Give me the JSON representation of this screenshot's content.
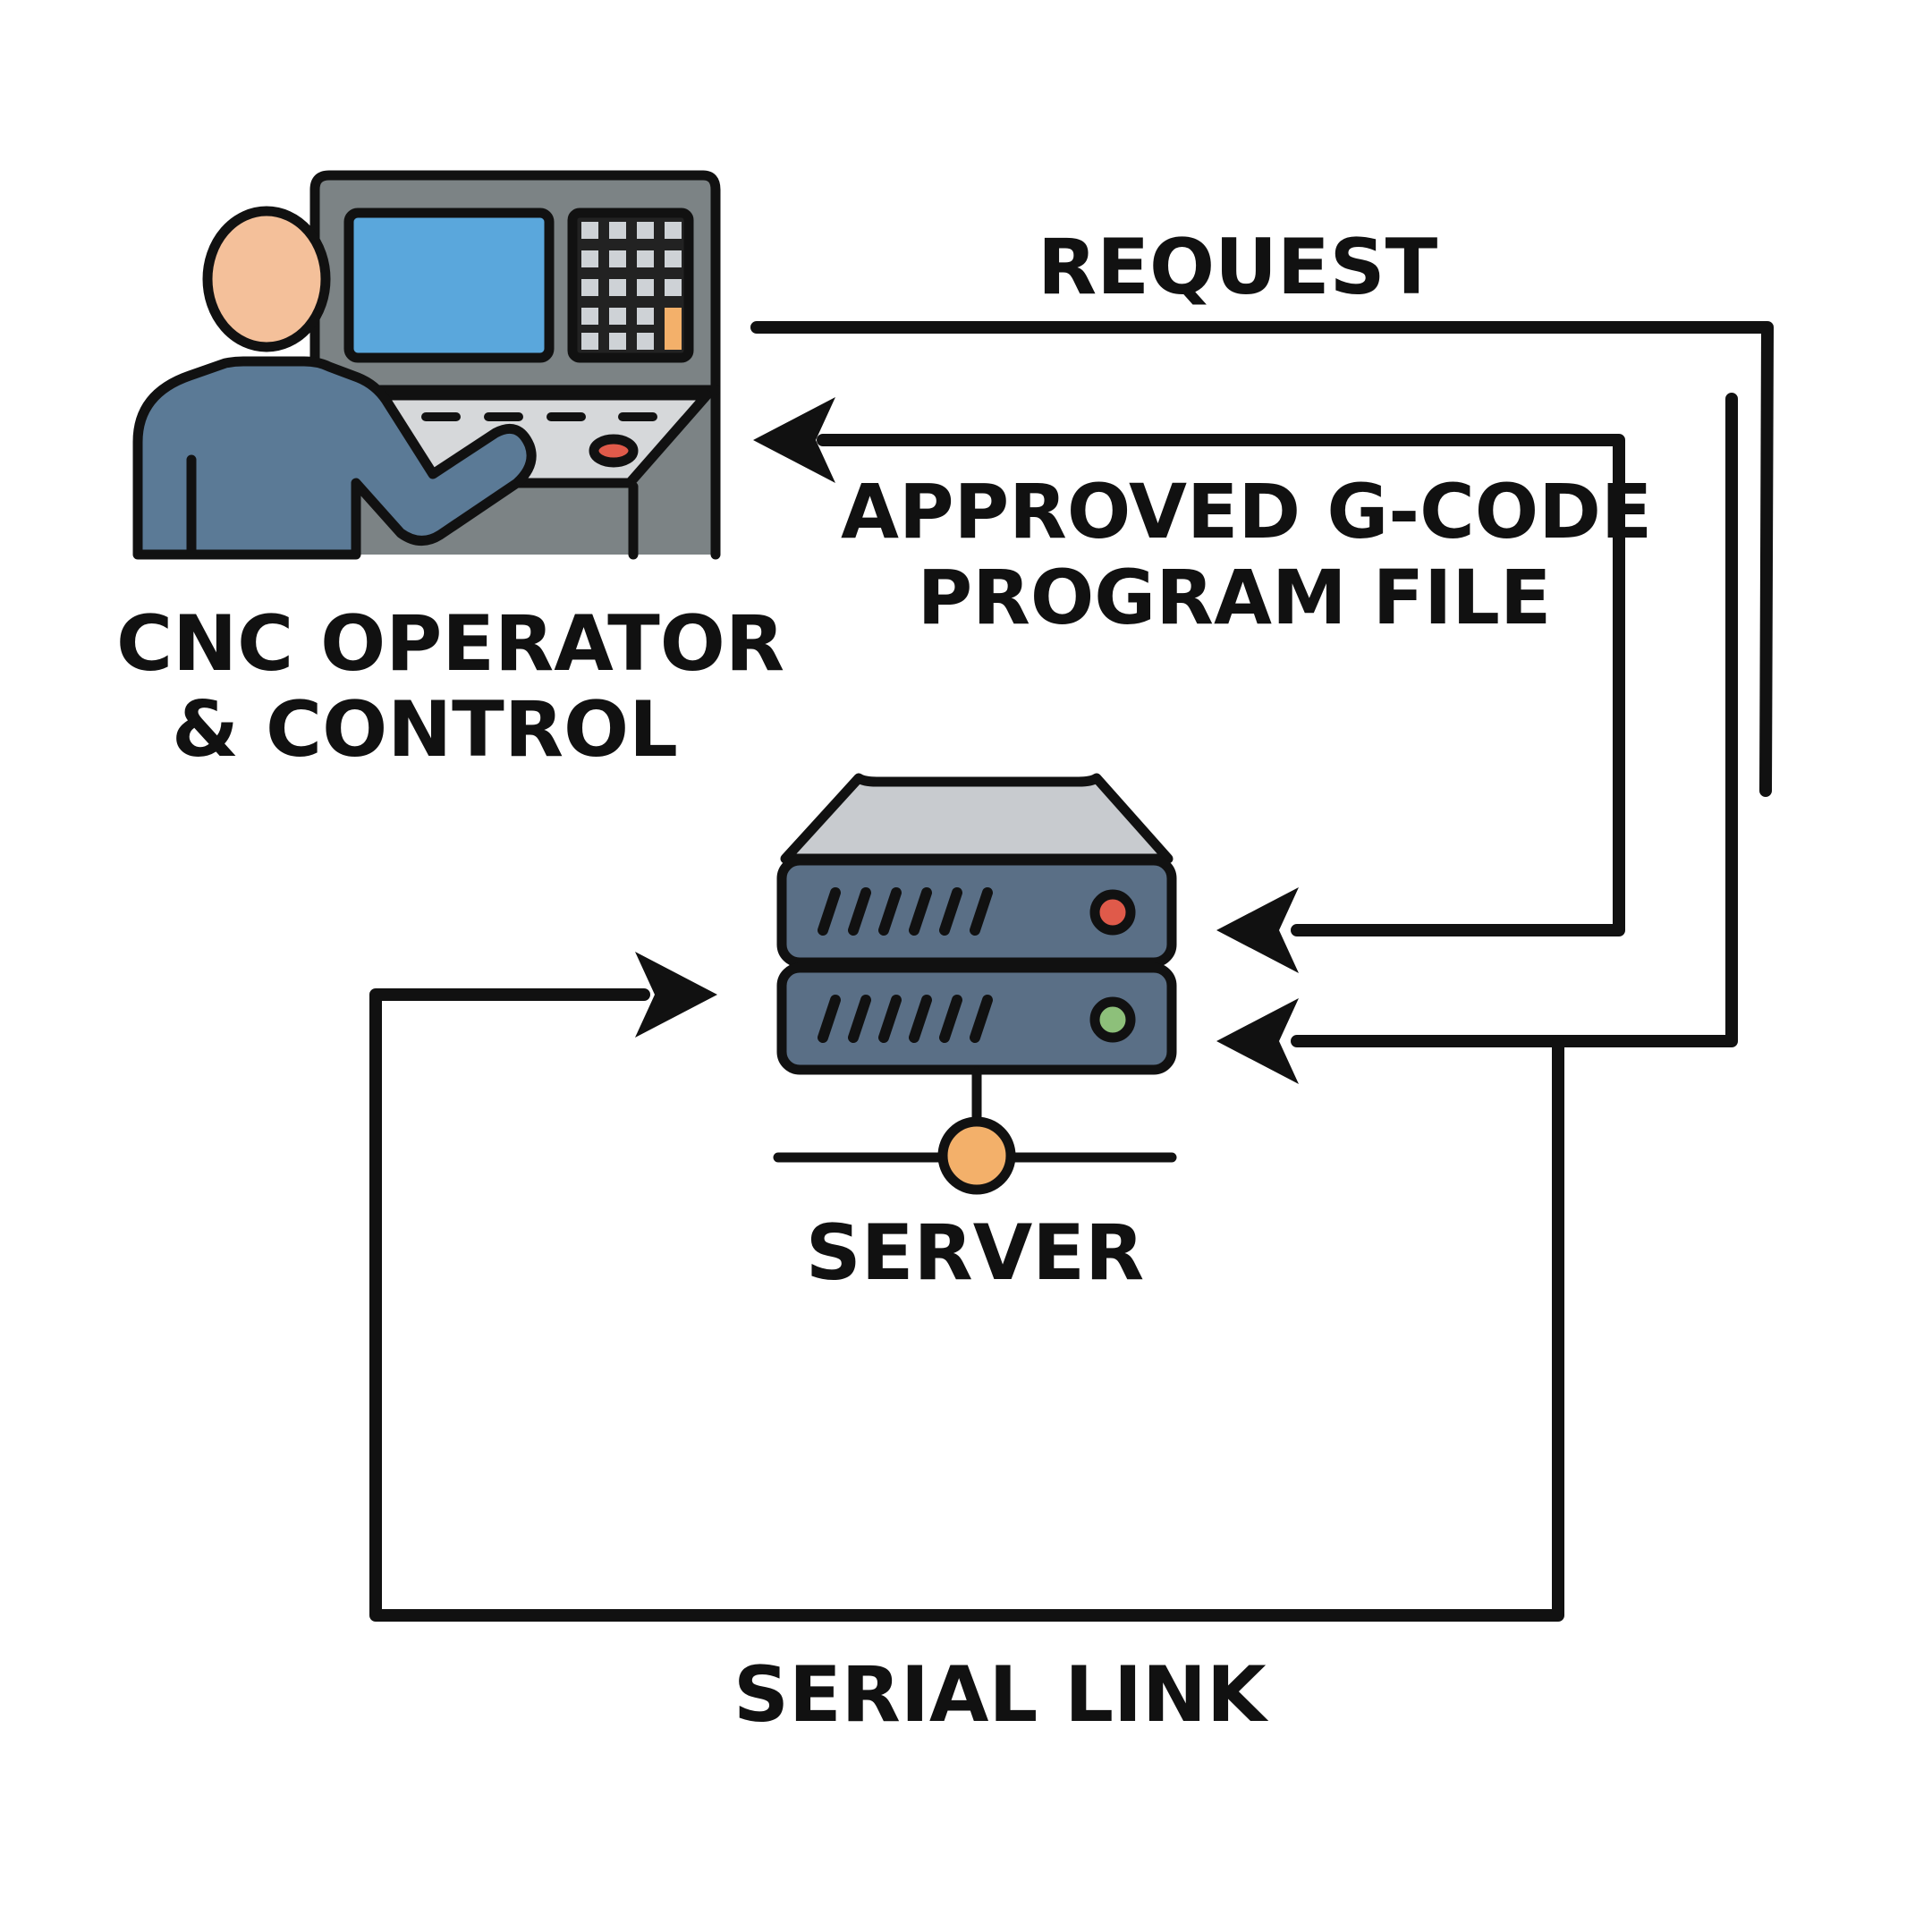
{
  "nodes": {
    "cnc": {
      "label_line1": "CNC OPERATOR",
      "label_line2": "& CONTROL",
      "icon": "operator-at-cnc-control-icon"
    },
    "server": {
      "label": "SERVER",
      "icon": "server-rack-icon"
    }
  },
  "edges": {
    "request": {
      "label": "REQUEST",
      "from": "CNC OPERATOR & CONTROL",
      "to": "SERVER"
    },
    "gcode": {
      "label_line1": "APPROVED G-CODE",
      "label_line2": "PROGRAM FILE",
      "direction": "bidirectional",
      "between": [
        "CNC OPERATOR & CONTROL",
        "SERVER"
      ]
    },
    "serial": {
      "label": "SERIAL LINK",
      "between": [
        "SERVER",
        "SERVER"
      ]
    }
  },
  "colors": {
    "outline": "#111111",
    "skin": "#f4c09a",
    "body": "#5b7a96",
    "cabinet": "#7c8385",
    "screen": "#5aa7dc",
    "panel": "#d6d8da",
    "server_body": "#5a6f86",
    "server_top": "#c8cbcf",
    "led_red": "#e05a4a",
    "led_green": "#8dc07a",
    "led_orange": "#f3b06a",
    "key_orange": "#f3b06a",
    "keypad": "#ced2d6"
  }
}
